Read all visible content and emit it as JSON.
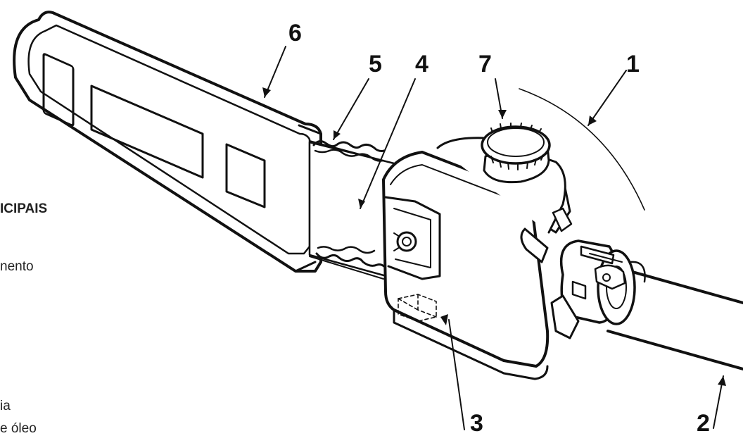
{
  "diagram": {
    "callouts": [
      "1",
      "2",
      "3",
      "4",
      "5",
      "6",
      "7"
    ],
    "side_text": {
      "heading_fragment": "ICIPAIS",
      "line1": "nento",
      "line2": "ia",
      "line3": "e óleo"
    }
  }
}
